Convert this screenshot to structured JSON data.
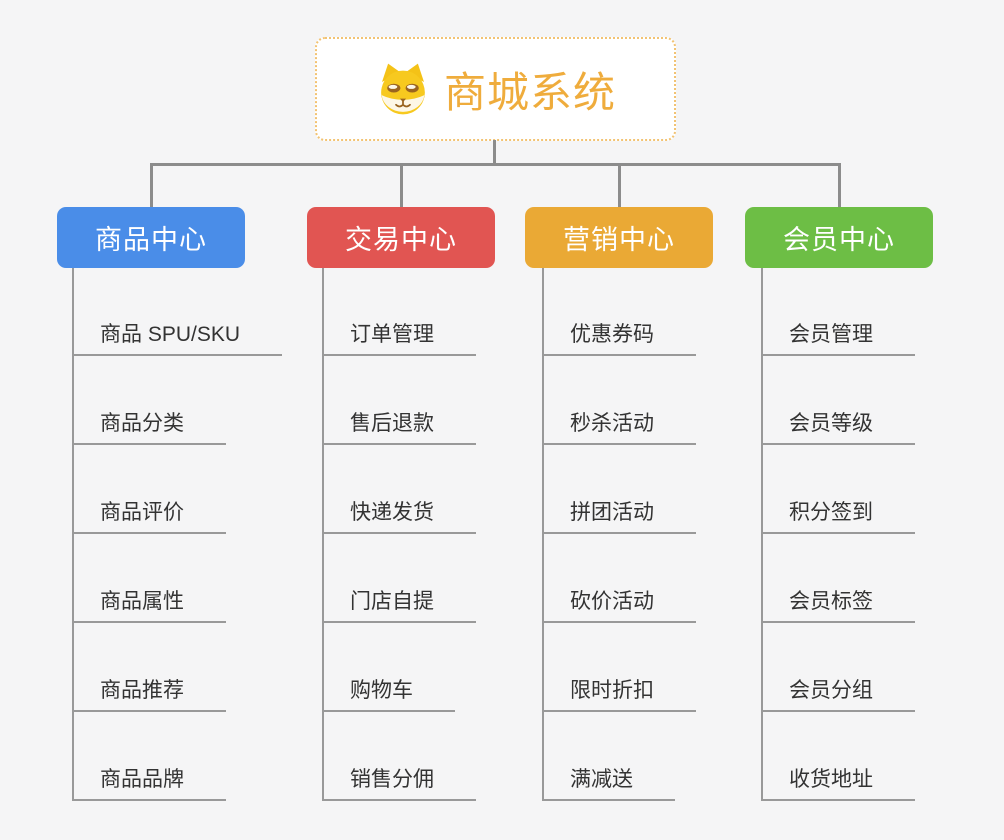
{
  "root": {
    "title": "商城系统",
    "icon": "dog-face-icon"
  },
  "branches": [
    {
      "label": "商品中心",
      "color": "#4a8de8",
      "children": [
        "商品 SPU/SKU",
        "商品分类",
        "商品评价",
        "商品属性",
        "商品推荐",
        "商品品牌"
      ]
    },
    {
      "label": "交易中心",
      "color": "#e15552",
      "children": [
        "订单管理",
        "售后退款",
        "快递发货",
        "门店自提",
        "购物车",
        "销售分佣"
      ]
    },
    {
      "label": "营销中心",
      "color": "#eaa935",
      "children": [
        "优惠券码",
        "秒杀活动",
        "拼团活动",
        "砍价活动",
        "限时折扣",
        "满减送"
      ]
    },
    {
      "label": "会员中心",
      "color": "#6dbe45",
      "children": [
        "会员管理",
        "会员等级",
        "积分签到",
        "会员标签",
        "会员分组",
        "收货地址"
      ]
    }
  ],
  "colors": {
    "background": "#f5f5f6",
    "root_border": "#f2c373",
    "root_text": "#efac3c",
    "connector": "#8c8c8c",
    "leaf_line": "#999999",
    "leaf_text": "#333333",
    "branch_text": "#ffffff"
  }
}
